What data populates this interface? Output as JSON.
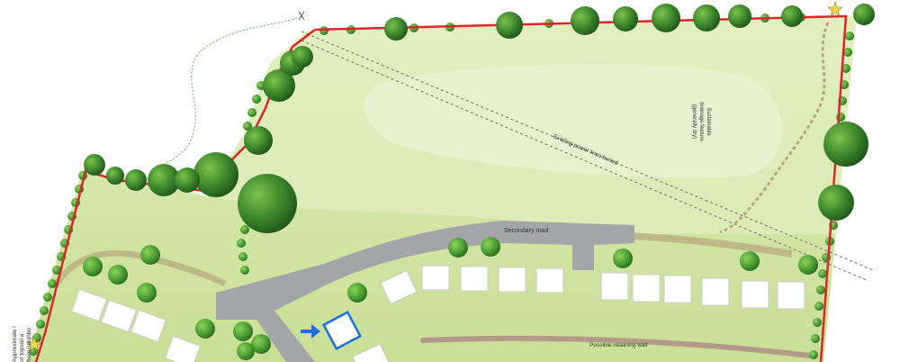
{
  "labels": {
    "secondary_road": "Secondary road",
    "power_lines": "Existing power lines buried",
    "drainage_line1": "Sustainable",
    "drainage_line2": "drainage feature",
    "drainage_line3": "(generally dry)",
    "retaining_wall": "Possible retaining wall",
    "cut_line1": "Approximate l",
    "cut_line2": "of topsoil a",
    "cut_line3": "from neighbo"
  },
  "colors": {
    "boundary": "#d8262a",
    "hedge": "#2f9a2f",
    "field": "#d4e6a6",
    "field_light": "#e6f0c6",
    "road": "#a3a5a8",
    "path": "#b7a57c",
    "tree": "#3f8a2d",
    "house": "#ffffff",
    "marker_arrow": "#1a6fe0"
  },
  "icons": {
    "boundary_marker": "star-marker-icon",
    "direction_arrow": "arrow-right-icon",
    "selected_plot": "highlighted-plot-icon"
  }
}
